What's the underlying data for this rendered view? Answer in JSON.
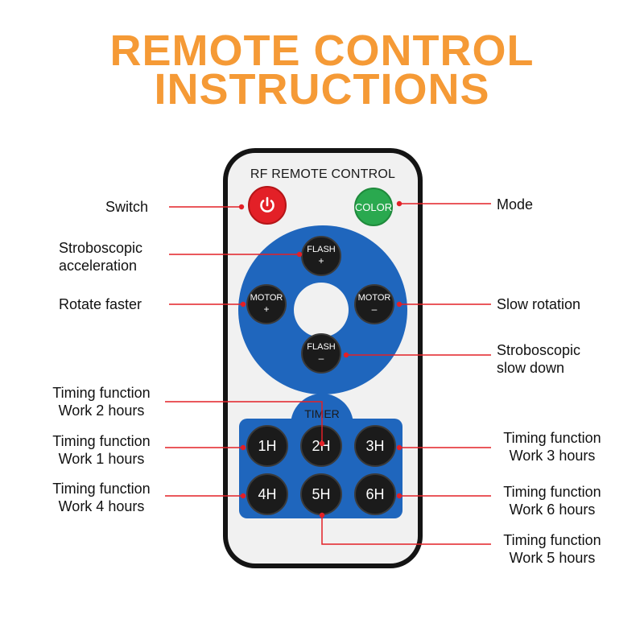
{
  "header": {
    "line1": "REMOTE CONTROL",
    "line2": "INSTRUCTIONS"
  },
  "remote": {
    "title": "RF REMOTE CONTROL",
    "color_label": "COLOR",
    "flash_up": {
      "label": "FLASH",
      "sign": "+"
    },
    "flash_down": {
      "label": "FLASH",
      "sign": "–"
    },
    "motor_left": {
      "label": "MOTOR",
      "sign": "+"
    },
    "motor_right": {
      "label": "MOTOR",
      "sign": "–"
    },
    "timer_label": "TIMER",
    "timer_buttons": [
      "1H",
      "2H",
      "3H",
      "4H",
      "5H",
      "6H"
    ]
  },
  "callouts": {
    "switch": "Switch",
    "mode": "Mode",
    "strobe_accel_1": "Stroboscopic",
    "strobe_accel_2": "acceleration",
    "rotate_faster": "Rotate faster",
    "slow_rotation": "Slow rotation",
    "strobe_slow_1": "Stroboscopic",
    "strobe_slow_2": "slow down",
    "t2_1": "Timing function",
    "t2_2": "Work 2 hours",
    "t1_1": "Timing function",
    "t1_2": "Work 1 hours",
    "t4_1": "Timing function",
    "t4_2": "Work 4 hours",
    "t3_1": "Timing function",
    "t3_2": "Work 3 hours",
    "t6_1": "Timing function",
    "t6_2": "Work 6 hours",
    "t5_1": "Timing function",
    "t5_2": "Work 5 hours"
  },
  "colors": {
    "title": "#f59a36",
    "accent_blue": "#1f66bd",
    "power_red": "#e32027",
    "color_green": "#2aa94f",
    "leader_line": "#e32027"
  },
  "icons": {
    "power": "power-icon"
  }
}
